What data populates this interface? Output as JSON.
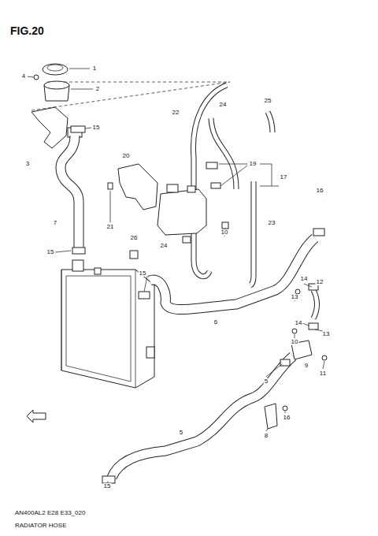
{
  "diagram": {
    "title": "FIG.20",
    "labels": [
      "1",
      "4",
      "2",
      "3",
      "15",
      "22",
      "24",
      "25",
      "20",
      "19",
      "17",
      "7",
      "21",
      "10",
      "23",
      "16",
      "26",
      "24",
      "15",
      "15",
      "14",
      "12",
      "13",
      "6",
      "14",
      "13",
      "10",
      "9",
      "11",
      "5",
      "16",
      "8",
      "5",
      "15",
      "AN400AL2 E28 E33_020",
      "RADIATOR HOSE"
    ]
  }
}
